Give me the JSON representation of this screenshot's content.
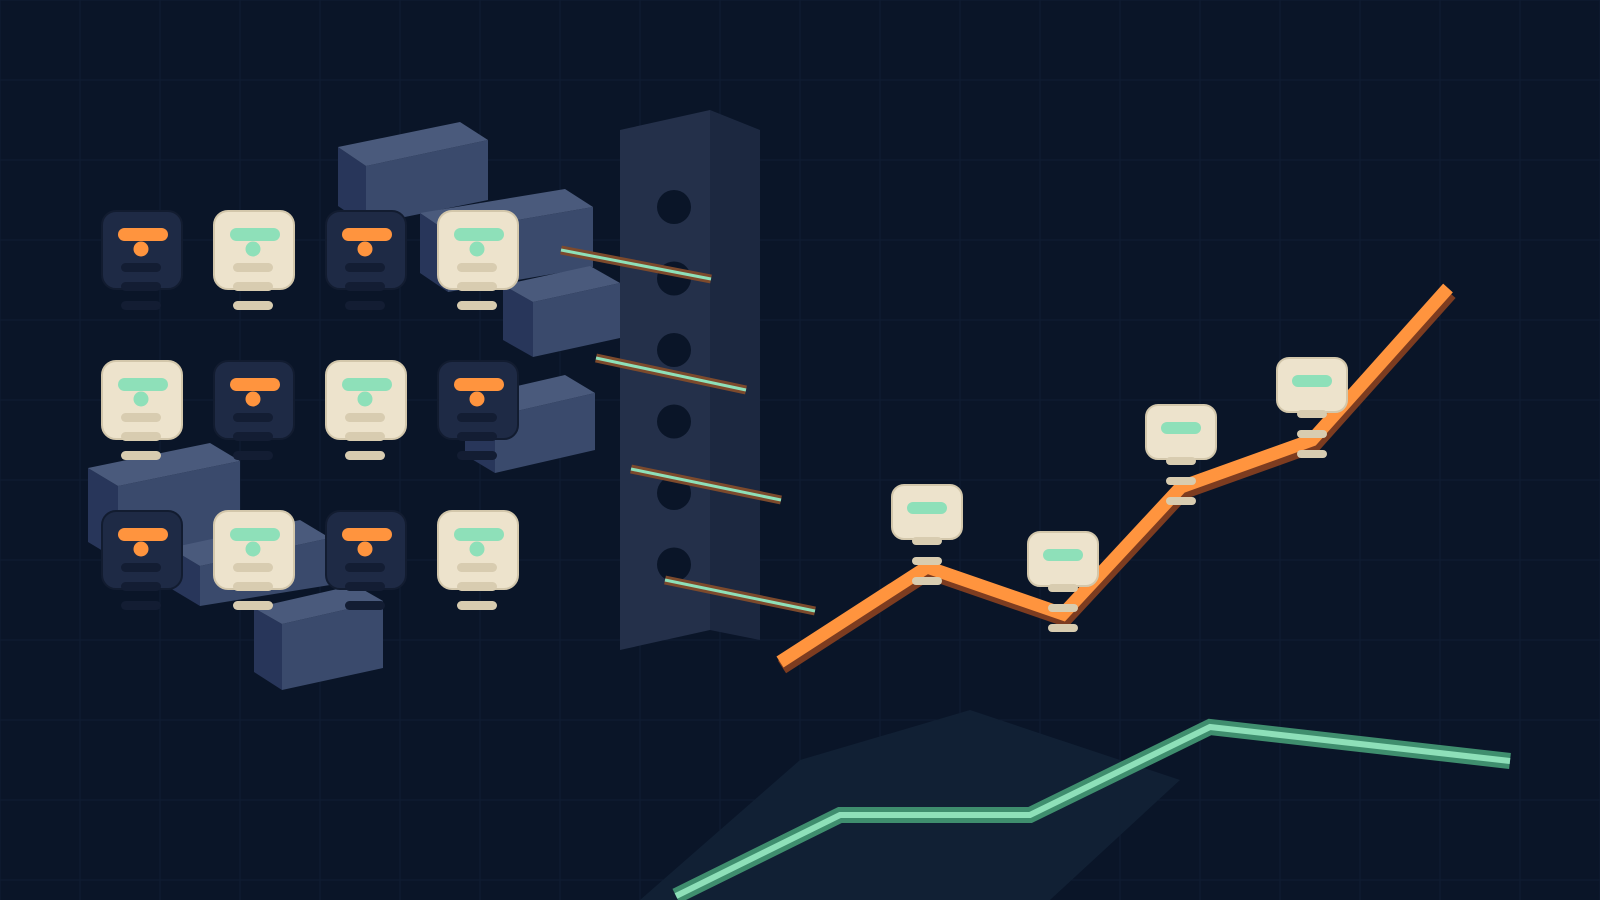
{
  "colors": {
    "background": "#0a1528",
    "grid": "#101d33",
    "block_top": "#4a5a7c",
    "block_front": "#3a4a6c",
    "block_side": "#28365a",
    "tower_front": "#24304a",
    "tower_side": "#1c2840",
    "tower_hole": "#0a1528",
    "card_light": "#ede3cc",
    "card_light_border": "#d3c7ab",
    "card_dark": "#1e2a45",
    "card_dark_border": "#121c30",
    "mint": "#8ee0b9",
    "orange": "#ff943e",
    "orange_shadow": "#7d3c20",
    "bar_light": "#d8ccb0",
    "bar_dark": "#131d33",
    "connector_brown": "#7d4a2c",
    "mint_line_dark": "#3f8e6e",
    "shadow_fill": "#112034"
  },
  "card_grid": {
    "pattern": [
      [
        "dark",
        "light",
        "dark",
        "light"
      ],
      [
        "light",
        "dark",
        "light",
        "dark"
      ],
      [
        "dark",
        "light",
        "dark",
        "light"
      ]
    ]
  },
  "tower": {
    "hole_count": 6
  },
  "connectors": {
    "count": 4
  },
  "trend_chart": {
    "point_count": 6,
    "marker_points": [
      1,
      2,
      3,
      4
    ]
  }
}
